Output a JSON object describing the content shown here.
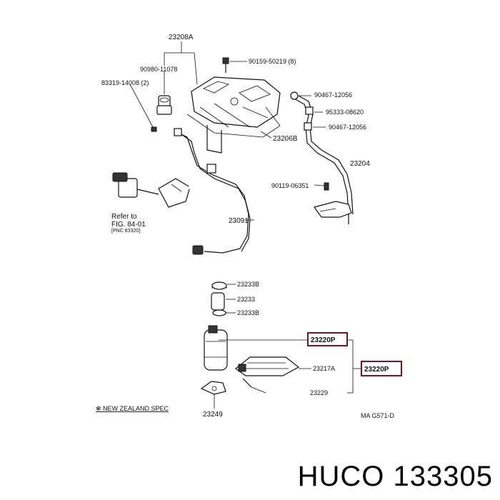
{
  "labels": {
    "p23208a": "23208A",
    "p90980": "90980-11078",
    "p83319": "83319-14008 (2)",
    "p90159": "90159-50219 (8)",
    "p90467a": "90467-12056",
    "p95333": "95333-08620",
    "p90467b": "90467-12056",
    "p23206b": "23206B",
    "p23204": "23204",
    "p90119": "90119-06351",
    "refer1": "Refer to",
    "refer2": "FIG. 84-01",
    "refer3": "[PNC 83320]",
    "p23091": "23091",
    "p23233b_top": "23233B",
    "p23233": "23233",
    "p23233b_bot": "23233B",
    "p23220p_a": "23220P",
    "p23217a": "23217A",
    "p23220p_b": "23220P",
    "p23229": "23229",
    "nz_spec": "✻ NEW ZEALAND SPEC",
    "p23249": "23249",
    "fig_code": "MA G571-D"
  },
  "brand": "HUCO 133305"
}
